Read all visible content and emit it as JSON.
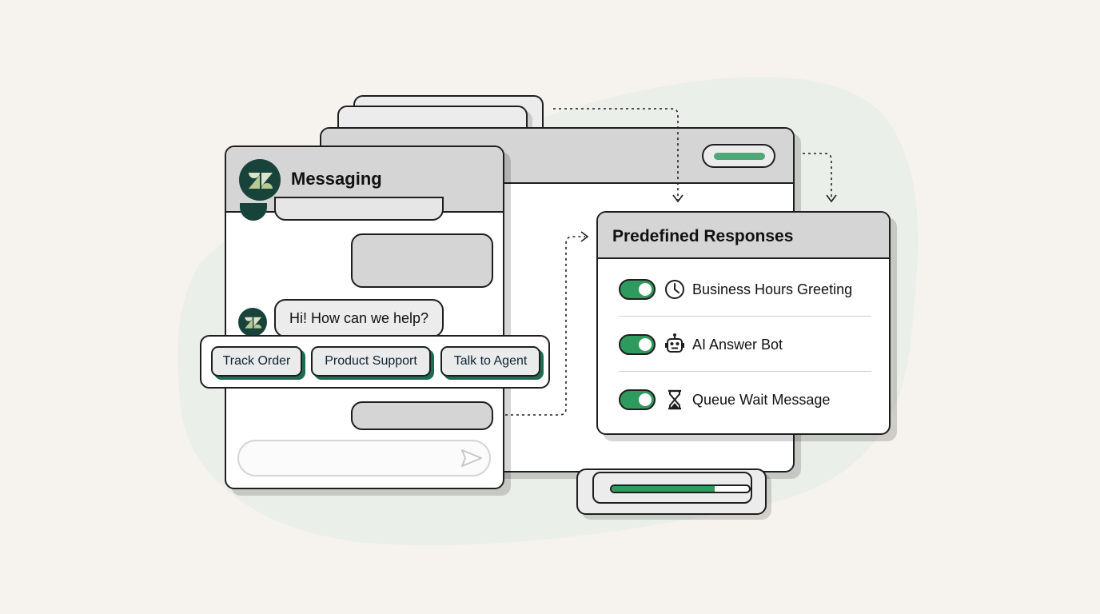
{
  "messaging": {
    "title": "Messaging",
    "greeting": "Hi! How can we help?",
    "quick_replies": [
      "Track Order",
      "Product Support",
      "Talk to Agent"
    ],
    "input_placeholder": ""
  },
  "predefined": {
    "title": "Predefined Responses",
    "items": [
      {
        "label": "Business Hours Greeting",
        "icon": "clock-icon",
        "enabled": true
      },
      {
        "label": "AI Answer Bot",
        "icon": "robot-icon",
        "enabled": true
      },
      {
        "label": "Queue Wait Message",
        "icon": "hourglass-icon",
        "enabled": true
      }
    ]
  },
  "progress": {
    "value": 0.75
  },
  "colors": {
    "background": "#f6f3ee",
    "brand": "#17433a",
    "accent": "#2f9a5d",
    "panel_header": "#d5d5d5",
    "outline": "#1e1e1e"
  }
}
